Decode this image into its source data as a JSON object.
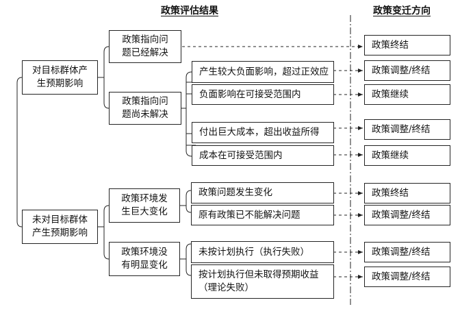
{
  "headers": {
    "evaluation_result": "政策评估结果",
    "change_direction": "政策变迁方向"
  },
  "level1": {
    "target_effect": "对目标群体产生预期影响",
    "target_effect_lines": [
      "对目标群体产",
      "生预期影响"
    ],
    "no_target_effect": "未对目标群体产生预期影响",
    "no_target_effect_lines": [
      "未对目标群体",
      "产生预期影响"
    ]
  },
  "level2": {
    "solved": [
      "政策指向问",
      "题已经解决"
    ],
    "unsolved": [
      "政策指向问",
      "题尚未解决"
    ],
    "env_changed": [
      "政策环境发",
      "生巨大变化"
    ],
    "env_unchanged": [
      "政策环境没",
      "有明显变化"
    ]
  },
  "level3": {
    "large_negative": "产生较大负面影响，超过正效应",
    "negative_ok": "负面影响在可接受范围内",
    "high_cost": "付出巨大成本，超出收益所得",
    "cost_ok": "成本在可接受范围内",
    "problem_changed": "政策问题发生变化",
    "cannot_solve": "原有政策已不能解决问题",
    "not_executed": "未按计划执行（执行失败）",
    "no_benefit_lines": [
      "按计划执行但未取得预期收益",
      "（理论失败）"
    ]
  },
  "outcomes": {
    "o1": "政策终结",
    "o2": "政策调整/终结",
    "o3": "政策继续",
    "o4": "政策调整/终结",
    "o5": "政策继续",
    "o6": "政策终结",
    "o7": "政策调整/终结",
    "o8": "政策调整/终结",
    "o9": "政策调整/终结"
  }
}
